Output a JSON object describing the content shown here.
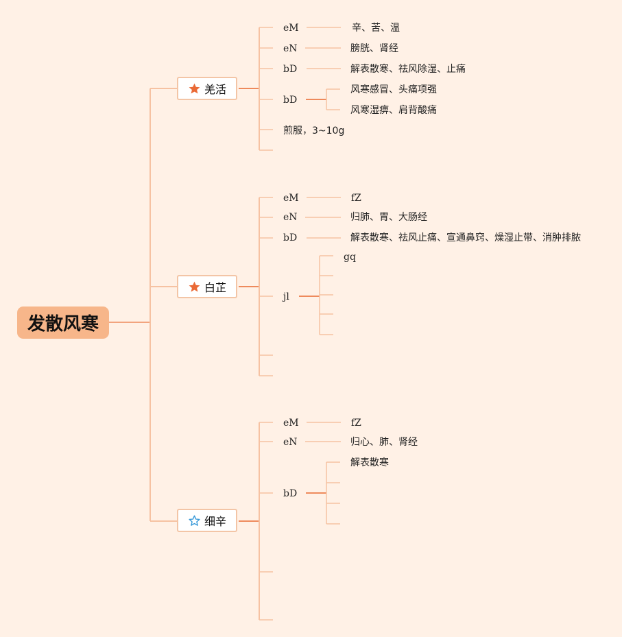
{
  "root": {
    "title": "发散风寒"
  },
  "colors": {
    "background": "#fff1e6",
    "root": "#f7b68a",
    "line": "#f6c2a2",
    "line_strong": "#ee8a5c",
    "star_filled": "#ea6a36",
    "star_outline": "#3a9ad9"
  },
  "herbs": [
    {
      "name": "羌活",
      "icon": "star-filled-icon",
      "rows": [
        {
          "label": "eM",
          "values": [
            "辛、苦、温"
          ]
        },
        {
          "label": "eN",
          "values": [
            "膀胱、肾经"
          ]
        },
        {
          "label": "bD",
          "values": [
            "解表散寒、祛风除湿、止痛"
          ]
        },
        {
          "label": "bD",
          "values": [
            "风寒感冒、头痛项强",
            "风寒湿痹、肩背酸痛"
          ]
        },
        {
          "label": "煎服，3~10g",
          "values": []
        },
        {
          "label": "",
          "values": []
        }
      ]
    },
    {
      "name": "白芷",
      "icon": "star-filled-icon",
      "rows": [
        {
          "label": "eM",
          "values": [
            "fZ"
          ]
        },
        {
          "label": "eN",
          "values": [
            "归肺、胃、大肠经"
          ]
        },
        {
          "label": "bD",
          "values": [
            "解表散寒、祛风止痛、宣通鼻窍、燥湿止带、消肿排脓"
          ]
        },
        {
          "label": "jl",
          "values": [
            "gq",
            "",
            "",
            "",
            ""
          ]
        },
        {
          "label": "",
          "values": []
        },
        {
          "label": "",
          "values": []
        }
      ]
    },
    {
      "name": "细辛",
      "icon": "star-outline-icon",
      "rows": [
        {
          "label": "eM",
          "values": [
            "fZ"
          ]
        },
        {
          "label": "eN",
          "values": [
            "归心、肺、肾经"
          ]
        },
        {
          "label": "bD",
          "values": [
            "解表散寒",
            "",
            "",
            ""
          ]
        },
        {
          "label": "",
          "values": []
        },
        {
          "label": "",
          "values": []
        }
      ]
    }
  ]
}
